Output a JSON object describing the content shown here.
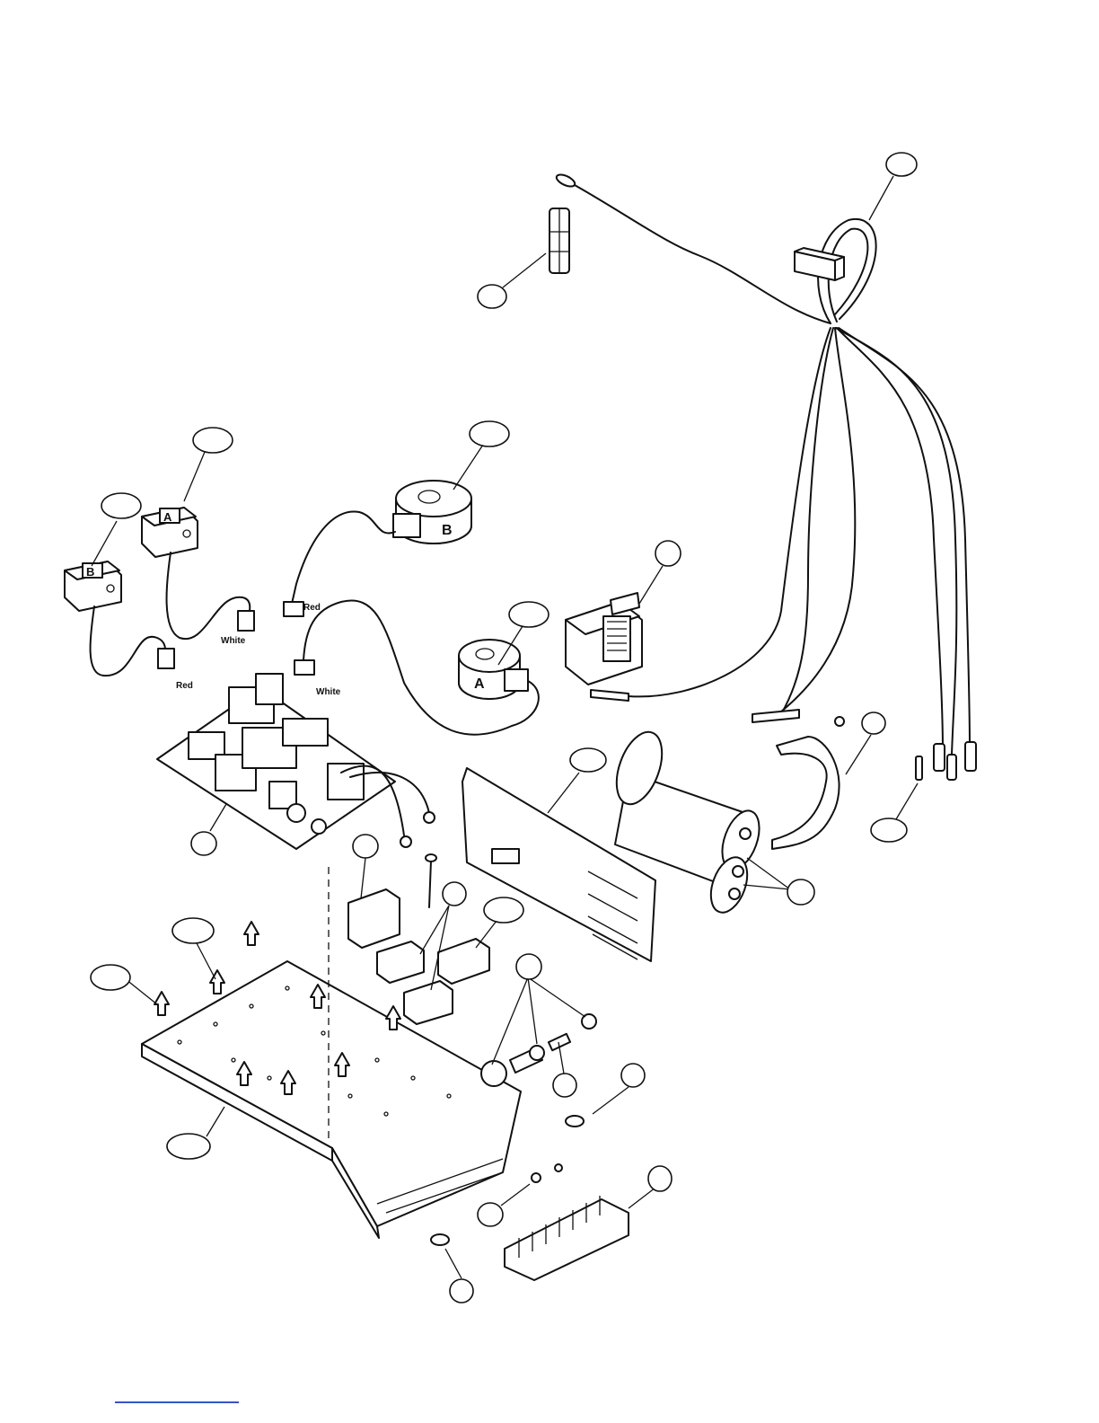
{
  "labels": {
    "wire_red_1": "Red",
    "wire_white_1": "White",
    "wire_red_2": "Red",
    "wire_white_2": "White",
    "ct_b": "B",
    "ct_a": "A",
    "coil_a": "A",
    "coil_b": "B"
  },
  "colors": {
    "line": "#111111",
    "background": "#ffffff",
    "footer_rule": "#3355cc"
  }
}
